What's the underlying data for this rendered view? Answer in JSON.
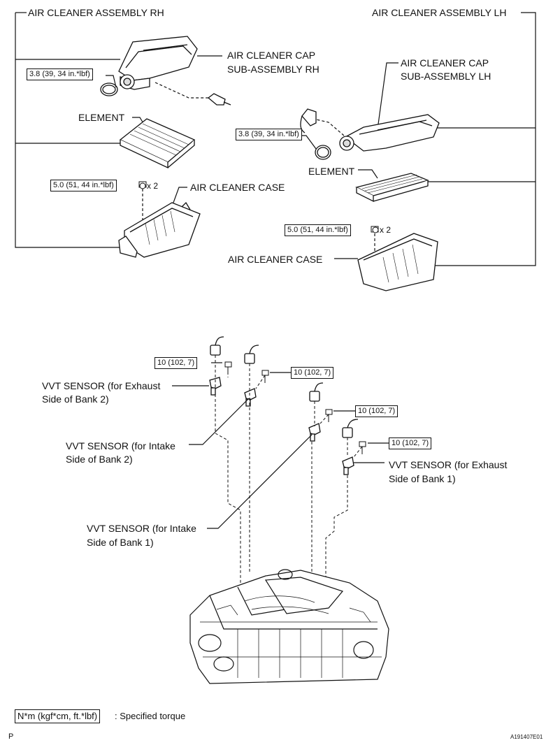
{
  "labels": {
    "air_cleaner_assembly_rh": "AIR CLEANER ASSEMBLY RH",
    "air_cleaner_assembly_lh": "AIR CLEANER ASSEMBLY LH",
    "cap_rh_line1": "AIR CLEANER CAP",
    "cap_rh_line2": "SUB-ASSEMBLY RH",
    "cap_lh_line1": "AIR CLEANER CAP",
    "cap_lh_line2": "SUB-ASSEMBLY LH",
    "element_rh": "ELEMENT",
    "element_lh": "ELEMENT",
    "case_rh": "AIR CLEANER CASE",
    "case_lh": "AIR CLEANER CASE",
    "vvt_ex_b2_l1": "VVT SENSOR (for Exhaust",
    "vvt_ex_b2_l2": "Side of Bank 2)",
    "vvt_in_b2_l1": "VVT SENSOR (for Intake",
    "vvt_in_b2_l2": "Side of Bank 2)",
    "vvt_in_b1_l1": "VVT SENSOR (for Intake",
    "vvt_in_b1_l2": "Side of Bank 1)",
    "vvt_ex_b1_l1": "VVT SENSOR (for Exhaust",
    "vvt_ex_b1_l2": "Side of Bank 1)"
  },
  "torques": {
    "clamp_rh": "3.8 (39, 34 in.*lbf)",
    "clamp_lh": "3.8 (39, 34 in.*lbf)",
    "case_rh": "5.0 (51, 44 in.*lbf)",
    "case_lh": "5.0 (51, 44 in.*lbf)",
    "qty_rh": "x 2",
    "qty_lh": "x 2",
    "vvt_ex_b2": "10 (102, 7)",
    "vvt_in_b2": "10 (102, 7)",
    "vvt_in_b1": "10 (102, 7)",
    "vvt_ex_b1": "10 (102, 7)"
  },
  "legend": {
    "unit": "N*m (kgf*cm, ft.*lbf)",
    "text": ": Specified torque"
  },
  "footer": {
    "left": "P",
    "code": "A191407E01"
  }
}
